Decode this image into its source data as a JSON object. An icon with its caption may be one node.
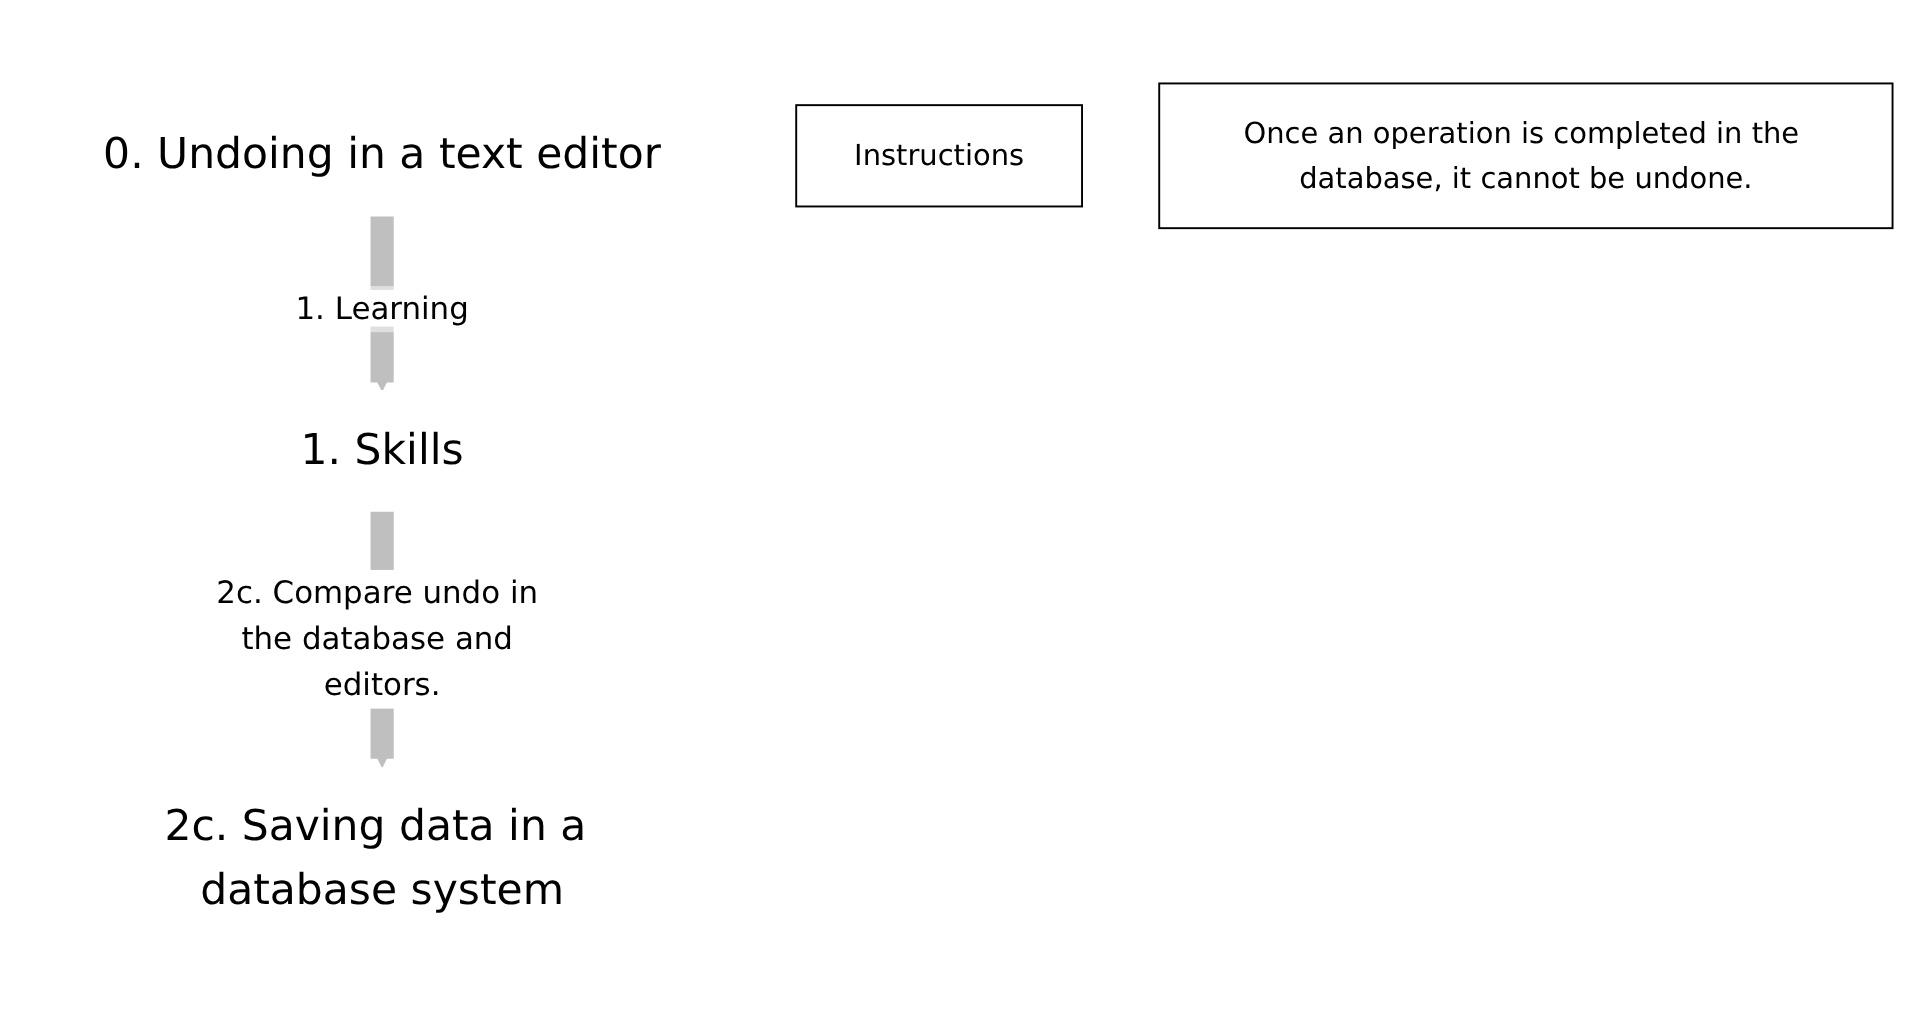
{
  "diagram": {
    "nodes": [
      {
        "text": [
          "0. Undoing in a text editor"
        ]
      },
      {
        "text": [
          "1. Skills"
        ]
      },
      {
        "text": [
          "2c. Saving data in a database system"
        ]
      },
      {
        "text": [
          "Instructions"
        ]
      },
      {
        "text": [
          "Once an operation is completed in the database, it cannot be undone."
        ]
      }
    ],
    "edges": [
      {
        "from": 0,
        "to": 1,
        "arrow": "to",
        "label": "1. Learning"
      },
      {
        "from": 1,
        "to": 2,
        "arrow": "to",
        "label": "2c. Compare undo in the database and editors."
      }
    ]
  }
}
